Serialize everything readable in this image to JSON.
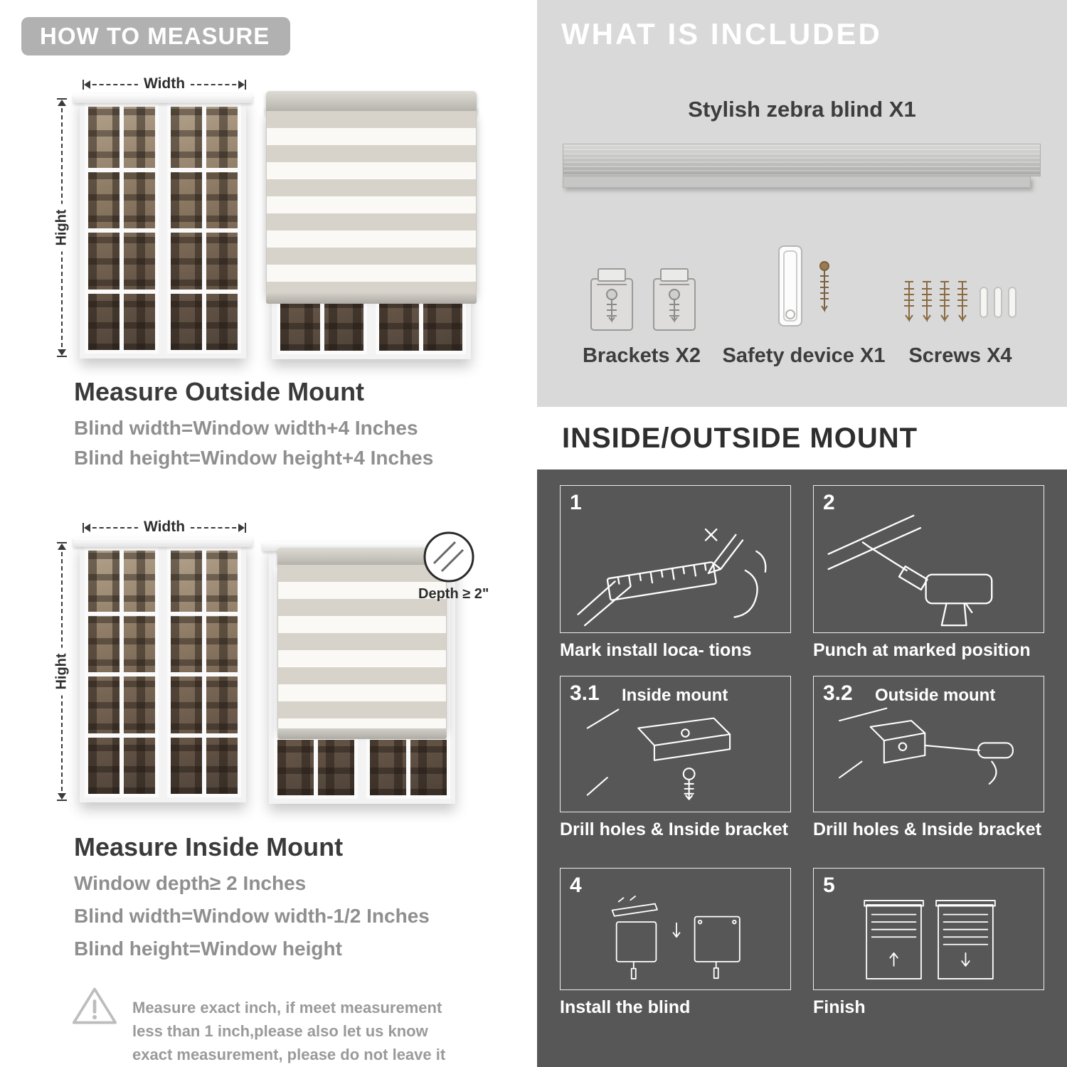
{
  "page": {
    "left": {
      "badge": "HOW TO MEASURE",
      "outside": {
        "width_label": "Width",
        "height_label": "Hight",
        "title": "Measure Outside Mount",
        "rule1": "Blind width=Window width+4 Inches",
        "rule2": "Blind height=Window height+4 Inches"
      },
      "inside": {
        "width_label": "Width",
        "height_label": "Hight",
        "depth_label": "Depth ≥ 2\"",
        "title": "Measure Inside Mount",
        "rule1": "Window depth≥ 2 Inches",
        "rule2": "Blind width=Window width-1/2 Inches",
        "rule3": "Blind height=Window height"
      },
      "note": "Measure exact inch, if meet measurement less than 1 inch,please also let us know exact measurement, please do not leave it"
    },
    "included": {
      "title": "WHAT IS INCLUDED",
      "product_label": "Stylish zebra blind X1",
      "items": [
        {
          "label": "Brackets X2"
        },
        {
          "label": "Safety device X1"
        },
        {
          "label": "Screws X4"
        }
      ]
    },
    "mount": {
      "title": "INSIDE/OUTSIDE MOUNT",
      "steps": [
        {
          "num": "1",
          "caption": "Mark install loca- tions"
        },
        {
          "num": "2",
          "caption": "Punch at  marked position"
        },
        {
          "num": "3.1",
          "sub": "Inside mount",
          "caption": "Drill holes &  Inside bracket"
        },
        {
          "num": "3.2",
          "sub": "Outside mount",
          "caption": "Drill holes &  Inside bracket"
        },
        {
          "num": "4",
          "caption": "Install the blind"
        },
        {
          "num": "5",
          "caption": "Finish"
        }
      ]
    },
    "colors": {
      "badge_gray": "#b1b1b1",
      "included_bg": "#d9d9d9",
      "mount_bg": "#575757",
      "heading_dark": "#3a3a3a",
      "rule_gray": "#8f8f8f"
    }
  }
}
